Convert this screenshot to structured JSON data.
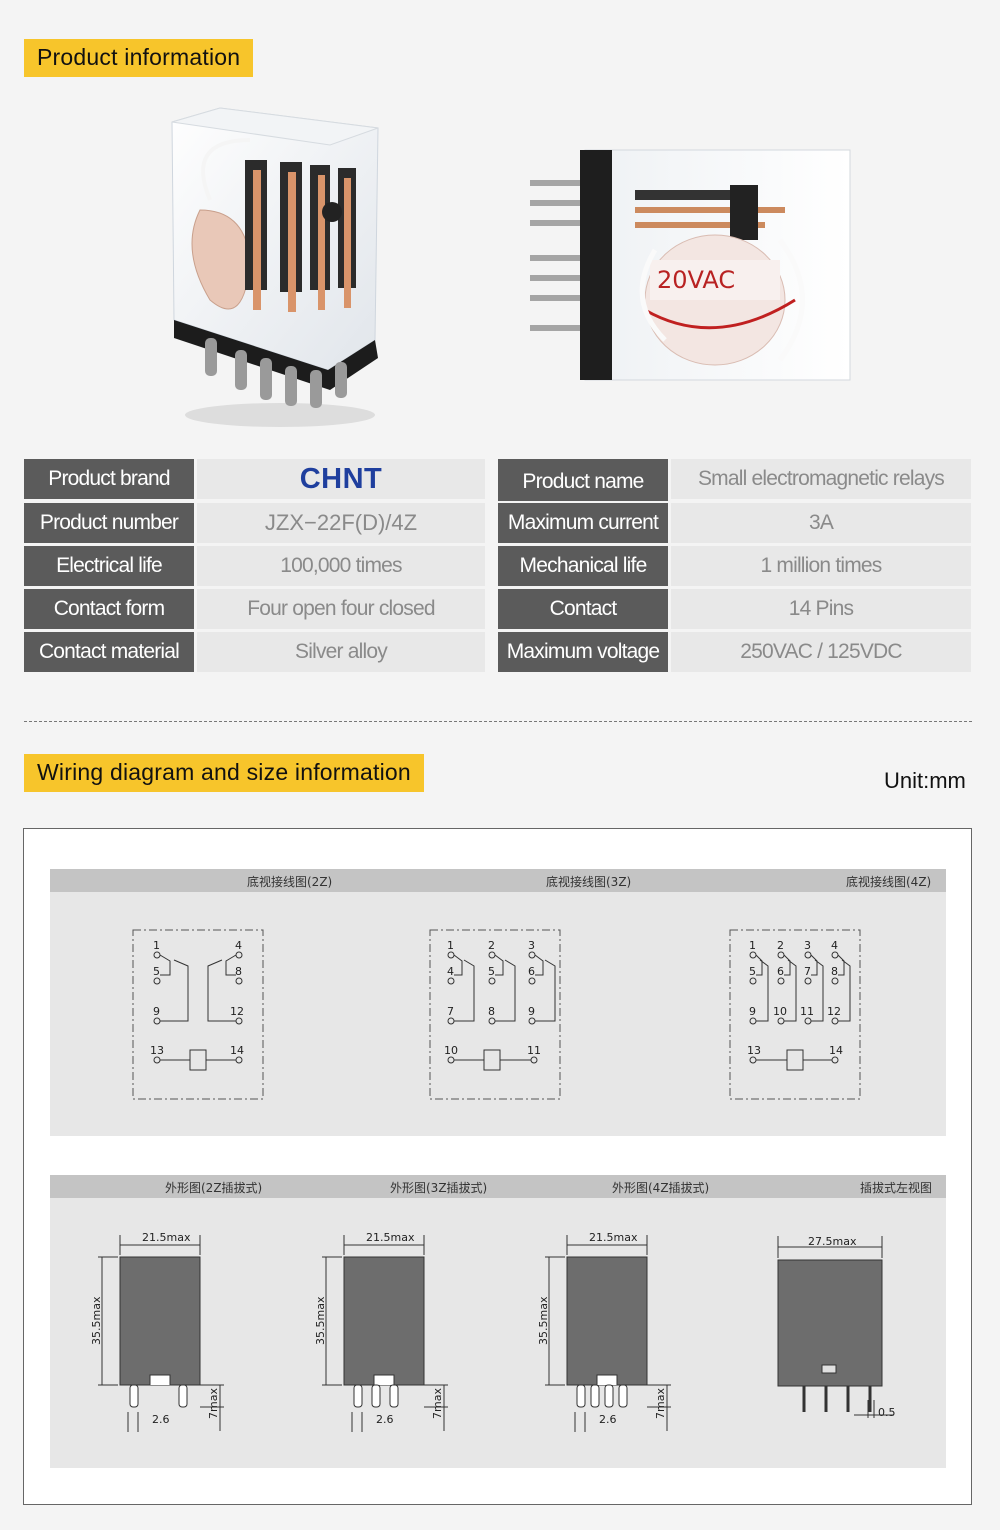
{
  "section1": {
    "title": "Product information"
  },
  "section2": {
    "title": "Wiring diagram and size information",
    "unit": "Unit:mm"
  },
  "relay_label": "20VAC",
  "specs": {
    "left": [
      {
        "label": "Product brand",
        "value": "CHNT"
      },
      {
        "label": "Product number",
        "value": "JZX−22F(D)/4Z"
      },
      {
        "label": "Electrical life",
        "value": "100,000 times"
      },
      {
        "label": "Contact form",
        "value": "Four open four closed"
      },
      {
        "label": "Contact material",
        "value": "Silver alloy"
      }
    ],
    "right": [
      {
        "label": "Product name",
        "value": "Small electromagnetic relays"
      },
      {
        "label": "Maximum current",
        "value": "3A"
      },
      {
        "label": "Mechanical life",
        "value": "1 million times"
      },
      {
        "label": "Contact",
        "value": "14 Pins"
      },
      {
        "label": "Maximum voltage",
        "value": "250VAC / 125VDC"
      }
    ]
  },
  "wiring": {
    "titles": [
      "底视接线图(2Z)",
      "底视接线图(3Z)",
      "底视接线图(4Z)"
    ],
    "z2": {
      "top": [
        "1",
        "4"
      ],
      "mid": [
        "5",
        "8"
      ],
      "low": [
        "9",
        "12"
      ],
      "coil": [
        "13",
        "14"
      ]
    },
    "z3": {
      "top": [
        "1",
        "2",
        "3"
      ],
      "mid": [
        "4",
        "5",
        "6"
      ],
      "low": [
        "7",
        "8",
        "9"
      ],
      "coil": [
        "10",
        "11"
      ]
    },
    "z4": {
      "top": [
        "1",
        "2",
        "3",
        "4"
      ],
      "mid": [
        "5",
        "6",
        "7",
        "8"
      ],
      "low": [
        "9",
        "10",
        "11",
        "12"
      ],
      "coil": [
        "13",
        "14"
      ]
    }
  },
  "outline": {
    "titles": [
      "外形图(2Z插拔式)",
      "外形图(3Z插拔式)",
      "外形图(4Z插拔式)",
      "插拔式左视图"
    ],
    "width": "21.5max",
    "height": "35.5max",
    "pin_len": "7max",
    "pitch": "2.6",
    "side_width": "27.5max",
    "side_pin": "0.5"
  }
}
